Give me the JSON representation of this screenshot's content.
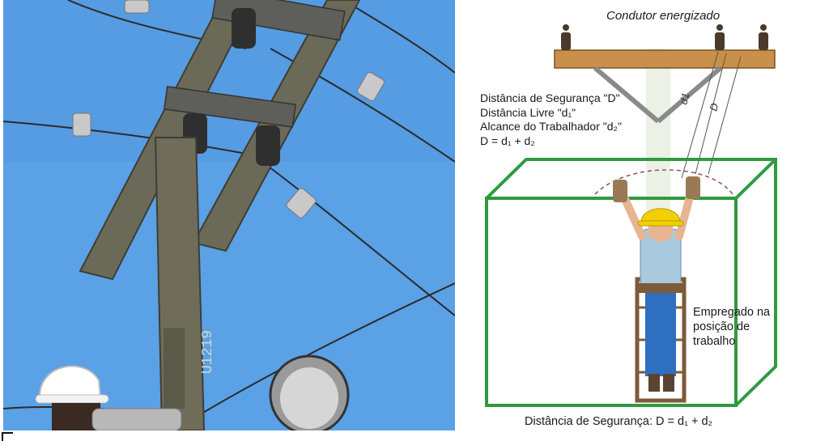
{
  "photo": {
    "helmet_color": "#ffffff",
    "sky_color": "#5aa1e6"
  },
  "diagram": {
    "conductor_label": "Condutor energizado",
    "definitions": [
      "Distância de Segurança \"D\"",
      "Distância Livre \"d₁\"",
      "Alcance do Trabalhador \"d₂\"",
      "D = d₁ + d₂"
    ],
    "measure_labels": {
      "d1": "d1",
      "D": "D"
    },
    "employee_label": [
      "Empregado na",
      "posição de",
      "trabalho"
    ],
    "bottom_formula": "Distância de Segurança: D = d₁ + d₂",
    "colors": {
      "box": "#2f9a3f",
      "crossarm": "#c8904a",
      "helmet": "#f2d000",
      "shirt": "#a9c9de",
      "pants": "#2f6fbf"
    }
  }
}
